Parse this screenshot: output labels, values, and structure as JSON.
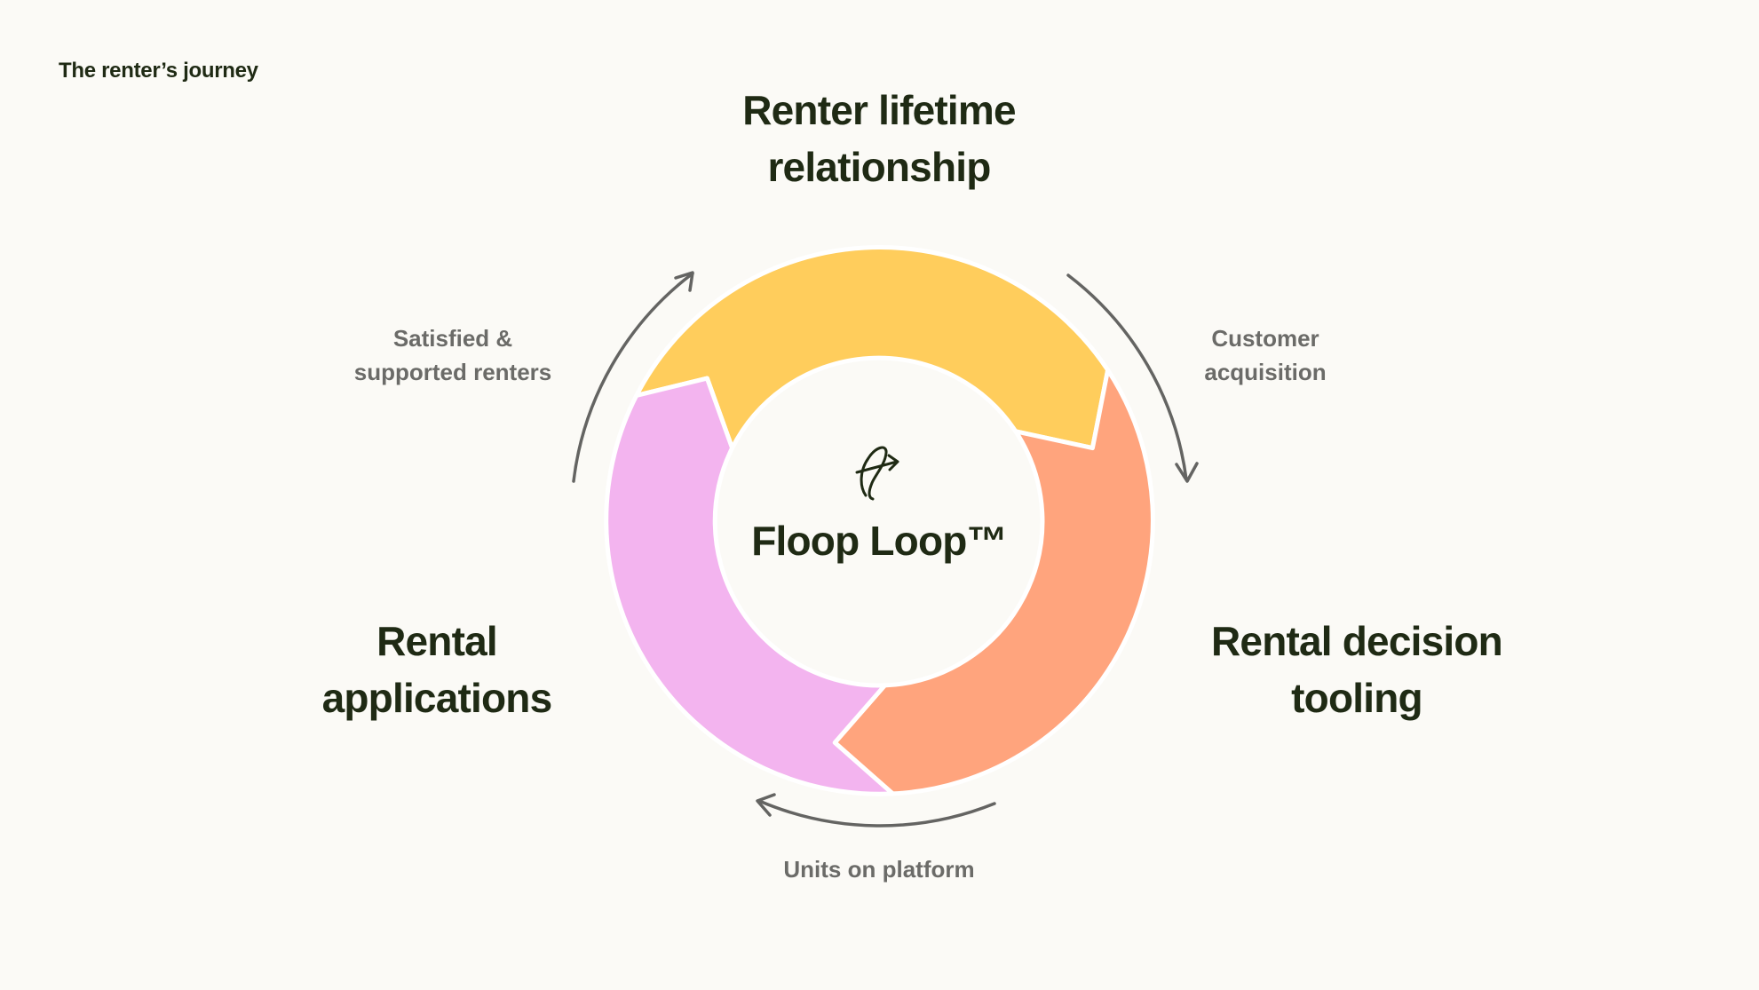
{
  "header": {
    "eyebrow": "The renter’s journey"
  },
  "diagram": {
    "center_title": "Floop Loop™",
    "logo_icon": "floop-f-logo-icon",
    "stages": [
      {
        "id": "lifetime",
        "lines": [
          "Renter lifetime",
          "relationship"
        ],
        "color": "#ffcd5c"
      },
      {
        "id": "decision",
        "lines": [
          "Rental decision",
          "tooling"
        ],
        "color": "#ffa47d"
      },
      {
        "id": "applications",
        "lines": [
          "Rental",
          "applications"
        ],
        "color": "#f3b4ef"
      }
    ],
    "flows": [
      {
        "id": "acquisition",
        "lines": [
          "Customer",
          "acquisition"
        ]
      },
      {
        "id": "units",
        "lines": [
          "Units on platform"
        ]
      },
      {
        "id": "satisfied",
        "lines": [
          "Satisfied &",
          "supported renters"
        ]
      }
    ],
    "arrow_color": "#646462",
    "background": "#fbfaf6"
  }
}
